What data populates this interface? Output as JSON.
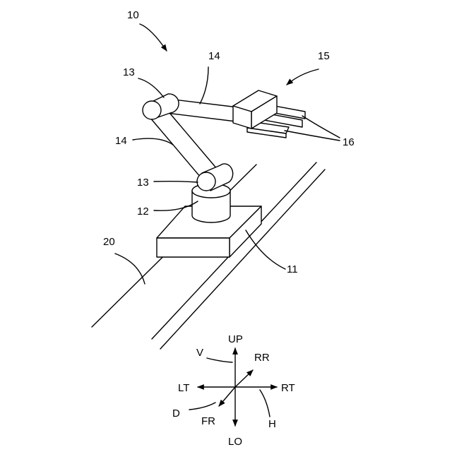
{
  "figure": {
    "ref_numerals": {
      "robot_system": "10",
      "travel_carriage": "11",
      "swivel_base": "12",
      "joint_upper": "13",
      "joint_lower": "13",
      "arm_upper": "14",
      "arm_lower": "14",
      "hand": "15",
      "fingers": "16",
      "rail": "20"
    },
    "axes": {
      "up": "UP",
      "down": "LO",
      "left": "LT",
      "right": "RT",
      "rear": "RR",
      "front": "FR",
      "vertical": "V",
      "horizontal": "H",
      "depth": "D"
    }
  }
}
